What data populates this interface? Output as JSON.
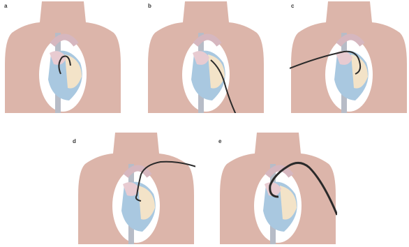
{
  "panels": [
    {
      "label": "a",
      "approach": "catheter-in-heart"
    },
    {
      "label": "b",
      "approach": "catheter-lower-right"
    },
    {
      "label": "c",
      "approach": "catheter-left-side"
    },
    {
      "label": "d",
      "approach": "catheter-right-shoulder"
    },
    {
      "label": "e",
      "approach": "catheter-right-lower"
    }
  ],
  "colors": {
    "skin": "#dcb5aa",
    "skin_dark": "#c59f95",
    "chest_window": "#ffffff",
    "heart_blue": "#a9c8e0",
    "heart_pink": "#e8cbd1",
    "heart_cream": "#f3e3c8",
    "vessel_gray": "#b7bcc7",
    "catheter": "#2a2a2a"
  }
}
